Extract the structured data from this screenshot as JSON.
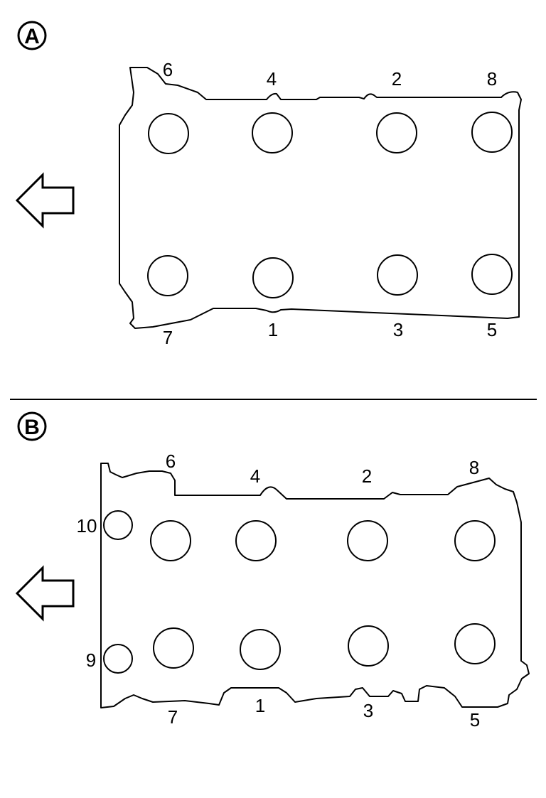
{
  "diagram": {
    "line_color": "#000000",
    "background": "#ffffff",
    "view_a": {
      "badge": "A",
      "arrow_icon": "left-arrow-icon",
      "labels": [
        "1",
        "2",
        "3",
        "4",
        "5",
        "6",
        "7",
        "8"
      ]
    },
    "view_b": {
      "badge": "B",
      "arrow_icon": "left-arrow-icon",
      "labels": [
        "1",
        "2",
        "3",
        "4",
        "5",
        "6",
        "7",
        "8",
        "9",
        "10"
      ]
    }
  }
}
